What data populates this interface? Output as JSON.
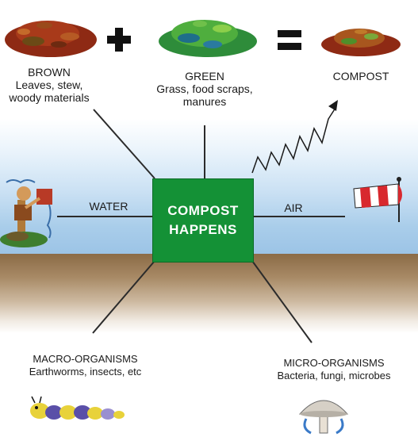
{
  "brown": {
    "title": "BROWN",
    "line1": "Leaves, stew,",
    "line2": "woody materials"
  },
  "green": {
    "title": "GREEN",
    "line1": "Grass, food scraps,",
    "line2": "manures"
  },
  "compost": {
    "title": "COMPOST"
  },
  "center": {
    "line1": "COMPOST",
    "line2": "HAPPENS",
    "color": "#149136"
  },
  "water": {
    "label": "WATER"
  },
  "air": {
    "label": "AIR"
  },
  "macro": {
    "title": "MACRO-ORGANISMS",
    "line1": "Earthworms, insects, etc"
  },
  "micro": {
    "title": "MICRO-ORGANISMS",
    "line1": "Bacteria, fungi, microbes"
  },
  "colors": {
    "sky": "#a9cdea",
    "soil": "#8b6b46",
    "brown_pile": "#8e2a14",
    "green_pile": "#2e8c3a"
  }
}
